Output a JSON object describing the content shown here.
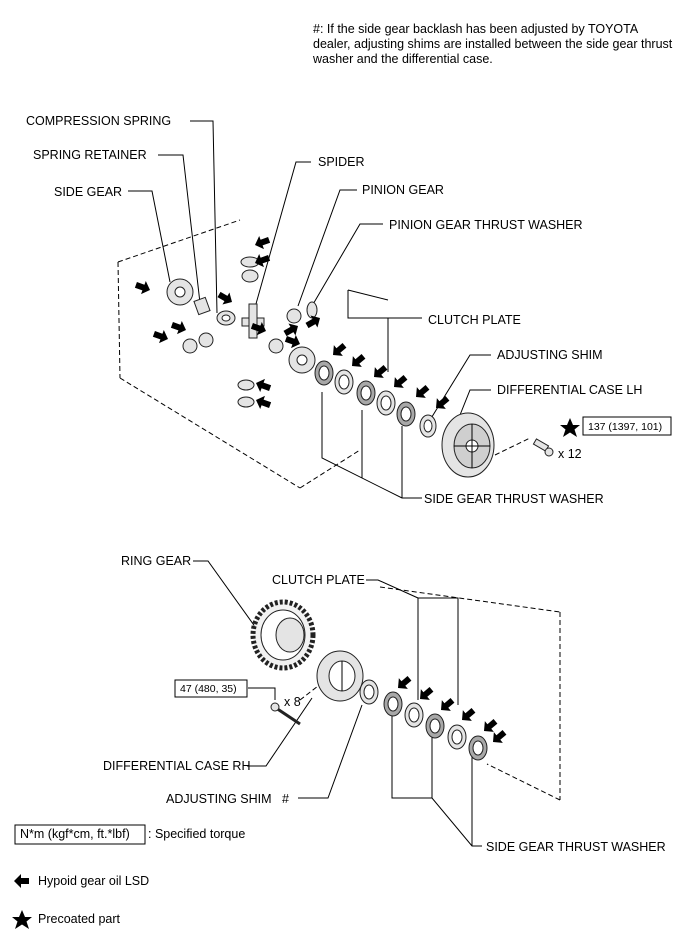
{
  "note": "#: If the side gear backlash has been adjusted by TOYOTA dealer, adjusting shims are installed between the side gear thrust washer and the differential case.",
  "labels": {
    "compression_spring": "COMPRESSION SPRING",
    "spring_retainer": "SPRING RETAINER",
    "side_gear": "SIDE GEAR",
    "spider": "SPIDER",
    "pinion_gear": "PINION GEAR",
    "pinion_gear_thrust_washer": "PINION GEAR THRUST WASHER",
    "clutch_plate_top": "CLUTCH PLATE",
    "adjusting_shim_top": "ADJUSTING SHIM",
    "differential_case_lh": "DIFFERENTIAL CASE LH",
    "side_gear_thrust_washer_top": "SIDE GEAR THRUST WASHER",
    "ring_gear": "RING GEAR",
    "clutch_plate_bottom": "CLUTCH PLATE",
    "differential_case_rh": "DIFFERENTIAL CASE RH",
    "adjusting_shim_bottom": "ADJUSTING SHIM",
    "hash_mark": "#",
    "side_gear_thrust_washer_bottom": "SIDE GEAR THRUST WASHER"
  },
  "torque": {
    "lh_bolt_spec": "137 (1397, 101)",
    "lh_bolt_qty": "x 12",
    "rh_bolt_spec": "47 (480, 35)",
    "rh_bolt_qty": "x 8"
  },
  "legend": {
    "torque_box": "N*m (kgf*cm, ft.*lbf)",
    "torque_desc": ": Specified torque",
    "oil_desc": "Hypoid gear oil LSD",
    "precoat_desc": "Precoated part"
  },
  "icons": {
    "oil": "arrow-left-icon",
    "precoat": "star-icon"
  }
}
